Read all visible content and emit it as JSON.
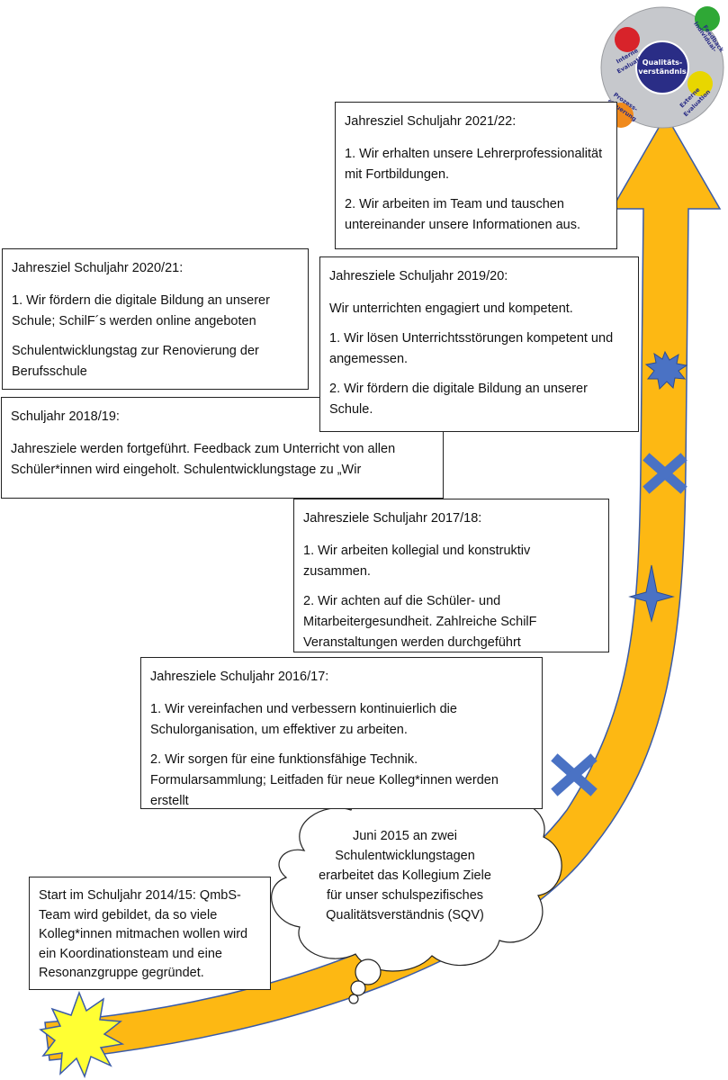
{
  "logo": {
    "center": [
      "Qualitäts-",
      "verständnis"
    ],
    "segments": [
      {
        "name": "Interne Evaluation",
        "lines": [
          "Interne",
          "Evaluation"
        ],
        "color": "#d8232a"
      },
      {
        "name": "Individual-Feedback",
        "lines": [
          "Individual-",
          "Feedback"
        ],
        "color": "#2fa836"
      },
      {
        "name": "Externe Evaluation",
        "lines": [
          "Externe",
          "Evaluation"
        ],
        "color": "#e8d600"
      },
      {
        "name": "Prozess-steuerung",
        "lines": [
          "Prozess-",
          "steuerung"
        ],
        "color": "#f08a1c"
      }
    ]
  },
  "start": {
    "text": "Start im Schuljahr 2014/15: QmbS-Team wird gebildet, da so viele Kolleg*innen mitmachen wollen wird ein Koordinationsteam und eine Resonanzgruppe gegründet."
  },
  "cloud": {
    "text": "Juni 2015 an zwei Schulentwicklungstagen erarbeitet das Kollegium Ziele für unser schulspezifisches Qualitätsverständnis (SQV)"
  },
  "years": {
    "y2016": {
      "title": "Jahresziele Schuljahr 2016/17:",
      "p1": "1. Wir vereinfachen und verbessern kontinuierlich die Schulorganisation, um effektiver zu arbeiten.",
      "p2": "2. Wir sorgen für eine funktionsfähige Technik. Formularsammlung; Leitfaden für neue Kolleg*innen werden erstellt"
    },
    "y2017": {
      "title": "Jahresziele Schuljahr 2017/18:",
      "p1": "1. Wir arbeiten kollegial und konstruktiv zusammen.",
      "p2": "2. Wir achten auf die Schüler- und Mitarbeitergesundheit. Zahlreiche SchilF Veranstaltungen werden durchgeführt"
    },
    "y2018": {
      "title": "Schuljahr 2018/19:",
      "p1": "Jahresziele werden fortgeführt. Feedback zum Unterricht von allen Schüler*innen wird eingeholt. Schulentwicklungstage zu „Wir"
    },
    "y2019": {
      "title": "Jahresziele Schuljahr 2019/20:",
      "p0": "Wir unterrichten engagiert und kompetent.",
      "p1": "1. Wir lösen Unterrichtsstörungen kompetent und angemessen.",
      "p2": "2. Wir fördern die digitale Bildung an unserer Schule."
    },
    "y2020": {
      "title": "Jahresziel Schuljahr 2020/21:",
      "p1": "1. Wir fördern die digitale Bildung an unserer Schule; SchilF´s werden online angeboten",
      "p2": "Schulentwicklungstag zur Renovierung der Berufsschule"
    },
    "y2021": {
      "title": "Jahresziel Schuljahr 2021/22:",
      "p1": "1. Wir erhalten unsere Lehrerprofessionalität mit Fortbildungen.",
      "p2": "2. Wir arbeiten im Team und tauschen untereinander unsere Informationen aus."
    }
  },
  "colors": {
    "arrow_fill": "#fdb813",
    "arrow_stroke": "#3a5ba8",
    "marker_fill": "#4a72c4",
    "starburst_fill": "#ffff33"
  }
}
